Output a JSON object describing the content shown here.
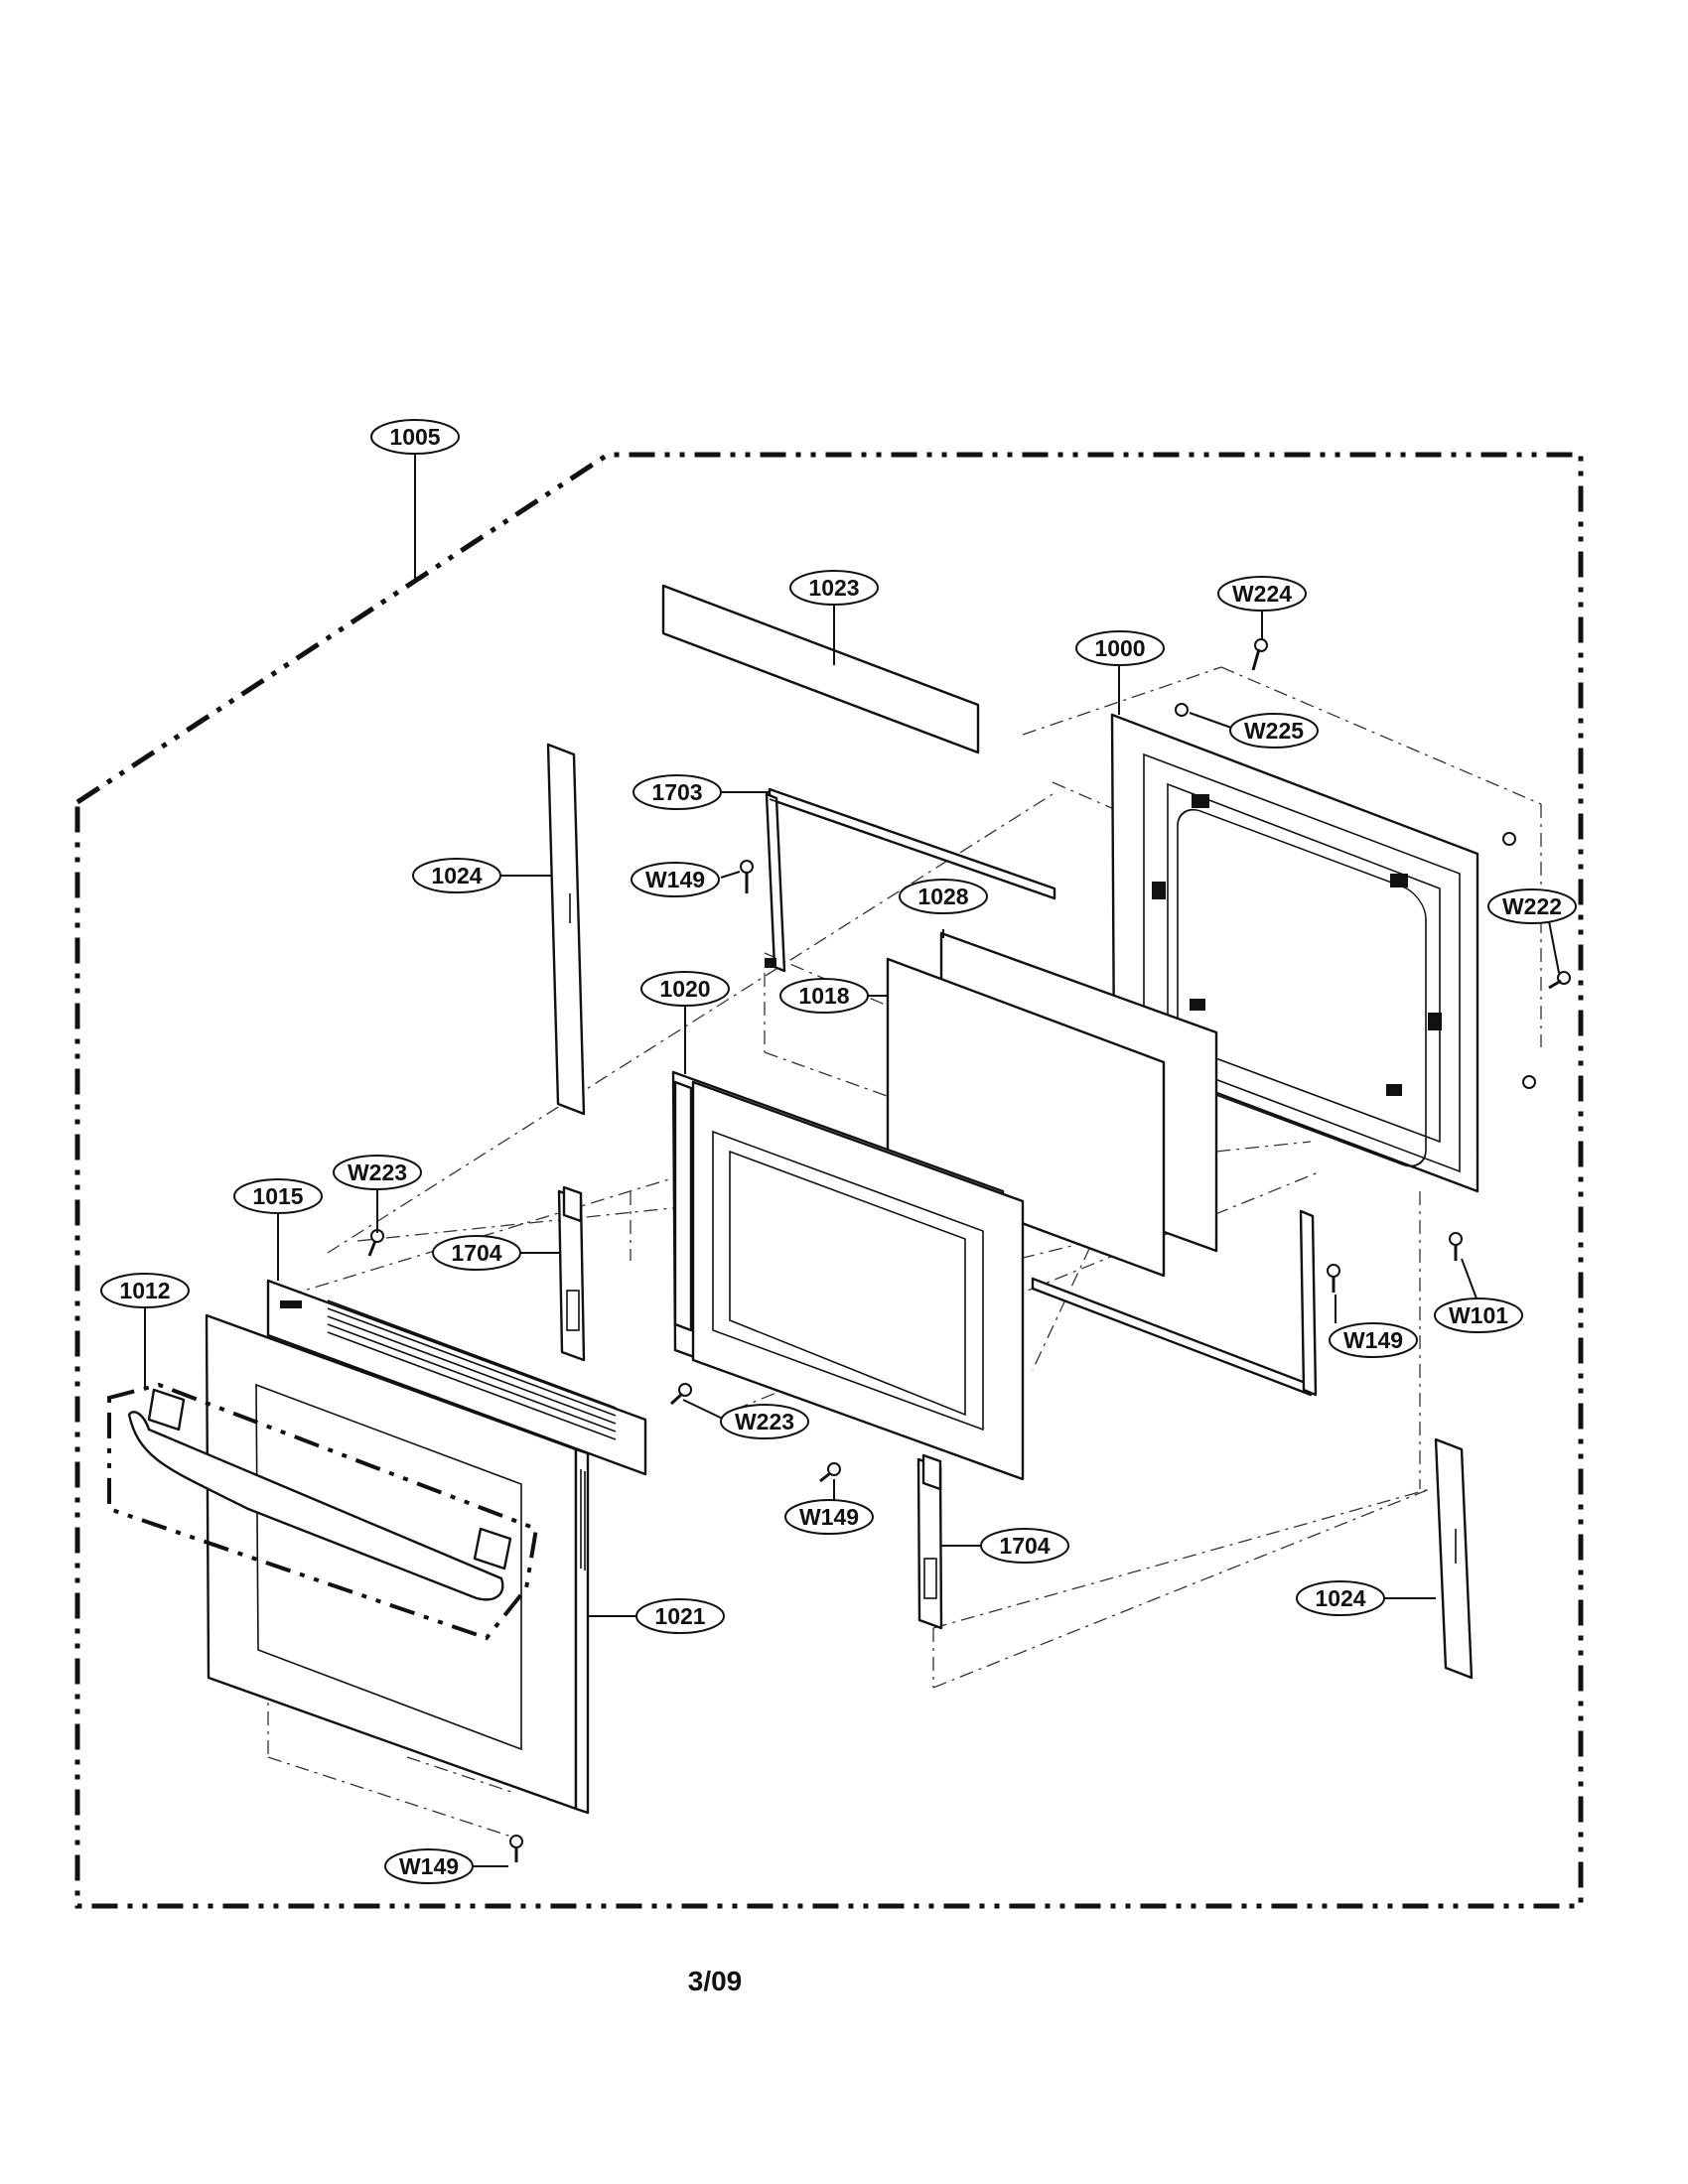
{
  "footer": {
    "date_code": "3/09"
  },
  "callouts": {
    "c1005": "1005",
    "c1023": "1023",
    "cW224": "W224",
    "c1000": "1000",
    "cW225": "W225",
    "c1703": "1703",
    "c1024a": "1024",
    "cW149a": "W149",
    "c1028": "1028",
    "cW222": "W222",
    "c1020": "1020",
    "c1018": "1018",
    "cW223a": "W223",
    "c1015": "1015",
    "c1704a": "1704",
    "c1012": "1012",
    "cW101": "W101",
    "cW149b": "W149",
    "cW223b": "W223",
    "cW149c": "W149",
    "c1704b": "1704",
    "c1021": "1021",
    "c1024b": "1024",
    "cW149d": "W149"
  }
}
